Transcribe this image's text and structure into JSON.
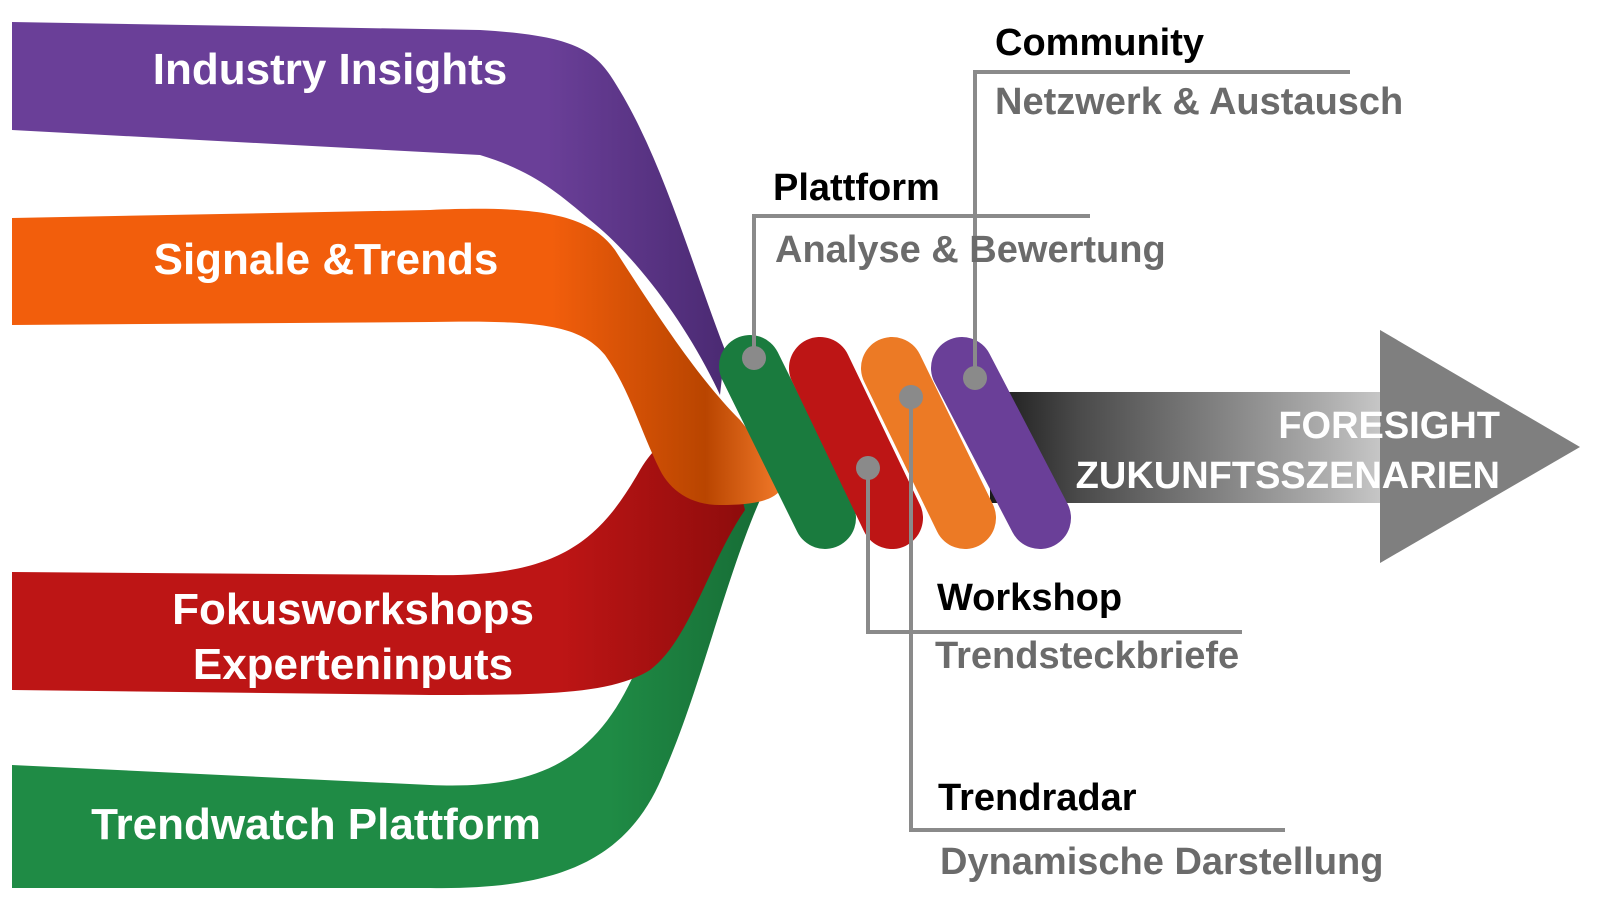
{
  "colors": {
    "purple": "#6a3f98",
    "orange": "#f25e0c",
    "red": "#bd1515",
    "green": "#1f8b45",
    "coil_orange": "#ec7a25",
    "leader_gray": "#8a8a8a",
    "arrow_gray": "#7f7f7f",
    "sub_text": "#6b6b6b"
  },
  "inputs": {
    "industry_insights": "Industry Insights",
    "signale_trends": "Signale &Trends",
    "fokus_line1": "Fokusworkshops",
    "fokus_line2": "Experteninputs",
    "trendwatch": "Trendwatch Plattform"
  },
  "callouts": {
    "community": {
      "title": "Community",
      "subtitle": "Netzwerk & Austausch"
    },
    "plattform": {
      "title": "Plattform",
      "subtitle": "Analyse & Bewertung"
    },
    "workshop": {
      "title": "Workshop",
      "subtitle": "Trendsteckbriefe"
    },
    "trendradar": {
      "title": "Trendradar",
      "subtitle": "Dynamische Darstellung"
    }
  },
  "output": {
    "line1": "FORESIGHT",
    "line2": "ZUKUNFTSSZENARIEN"
  }
}
